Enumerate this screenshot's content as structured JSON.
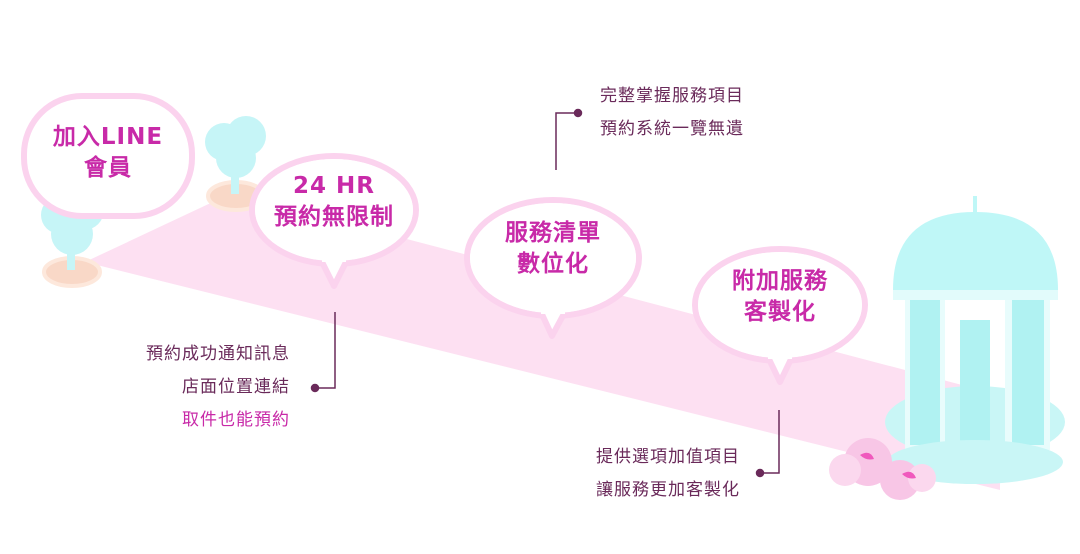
{
  "steps": [
    {
      "line1": "加入LINE",
      "line2": "會員"
    },
    {
      "line1": "24 HR",
      "line2": "預約無限制"
    },
    {
      "line1": "服務清單",
      "line2": "數位化"
    },
    {
      "line1": "附加服務",
      "line2": "客製化"
    }
  ],
  "notes": {
    "top": [
      "完整掌握服務項目",
      "預約系統一覽無遺"
    ],
    "left": [
      "預約成功通知訊息",
      "店面位置連結",
      "取件也能預約"
    ],
    "bottom": [
      "提供選項加值項目",
      "讓服務更加客製化"
    ]
  },
  "colors": {
    "accent": "#c82aa8",
    "text": "#6a2a5a",
    "path": "#fde0f2",
    "bubble_border": "#fbd3ee",
    "tree": "#c6f5f7",
    "pavilion": "#bff7f7",
    "flower": "#f8c6e6"
  }
}
